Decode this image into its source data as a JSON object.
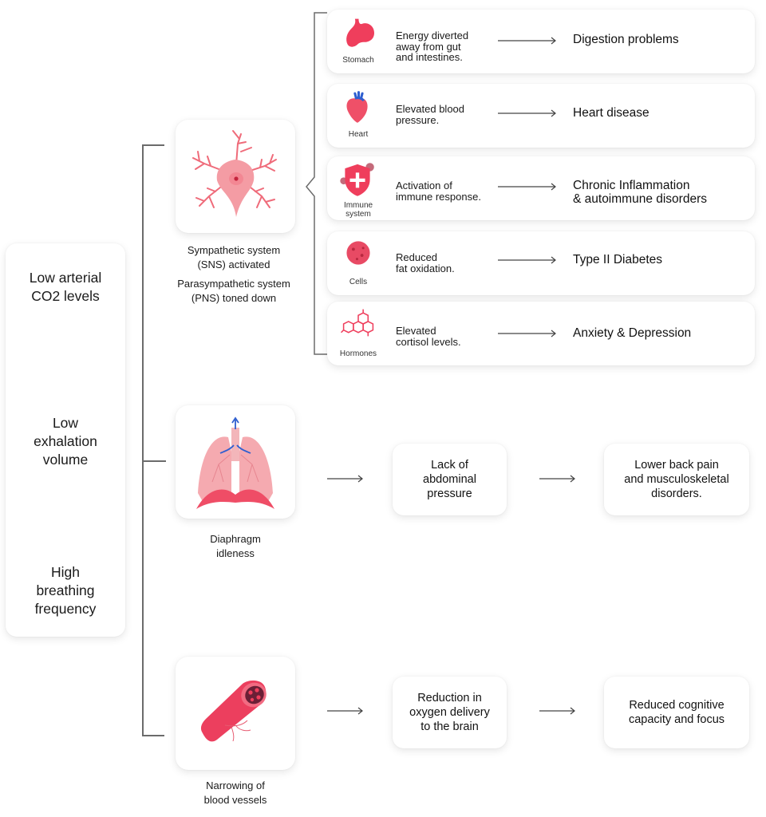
{
  "causes": [
    {
      "label": "Low arterial\nCO2 levels"
    },
    {
      "label": "Low\nexhalation\nvolume"
    },
    {
      "label": "High\nbreathing\nfrequency"
    }
  ],
  "mechanisms": [
    {
      "icon": "neuron-icon",
      "caption_lines": [
        "Sympathetic system",
        "(SNS) activated",
        "Parasympathetic system",
        "(PNS) toned down"
      ]
    },
    {
      "icon": "lungs-icon",
      "caption_lines": [
        "Diaphragm",
        "idleness"
      ],
      "chain": [
        "Lack of\nabdominal\npressure",
        "Lower back pain\nand musculoskeletal\ndisorders."
      ]
    },
    {
      "icon": "blood-vessel-icon",
      "caption_lines": [
        "Narrowing of",
        "blood vessels"
      ],
      "chain": [
        "Reduction in\noxygen delivery\nto the brain",
        "Reduced cognitive\ncapacity and focus"
      ]
    }
  ],
  "effects": [
    {
      "organ": "Stomach",
      "icon": "stomach-icon",
      "description": "Energy diverted\naway from gut\nand intestines.",
      "outcome": "Digestion problems"
    },
    {
      "organ": "Heart",
      "icon": "heart-icon",
      "description": "Elevated blood\npressure.",
      "outcome": "Heart disease"
    },
    {
      "organ": "Immune\nsystem",
      "icon": "immune-shield-icon",
      "description": "Activation of\nimmune response.",
      "outcome": "Chronic Inflammation\n& autoimmune disorders"
    },
    {
      "organ": "Cells",
      "icon": "cell-icon",
      "description": "Reduced\nfat oxidation.",
      "outcome": "Type II Diabetes"
    },
    {
      "organ": "Hormones",
      "icon": "hormone-molecule-icon",
      "description": "Elevated\ncortisol levels.",
      "outcome": "Anxiety & Depression"
    }
  ],
  "colors": {
    "accent": "#ef3e5c",
    "accent_light": "#f6b5b9",
    "blue": "#2f5fd0",
    "connector": "#6b6b6b"
  }
}
